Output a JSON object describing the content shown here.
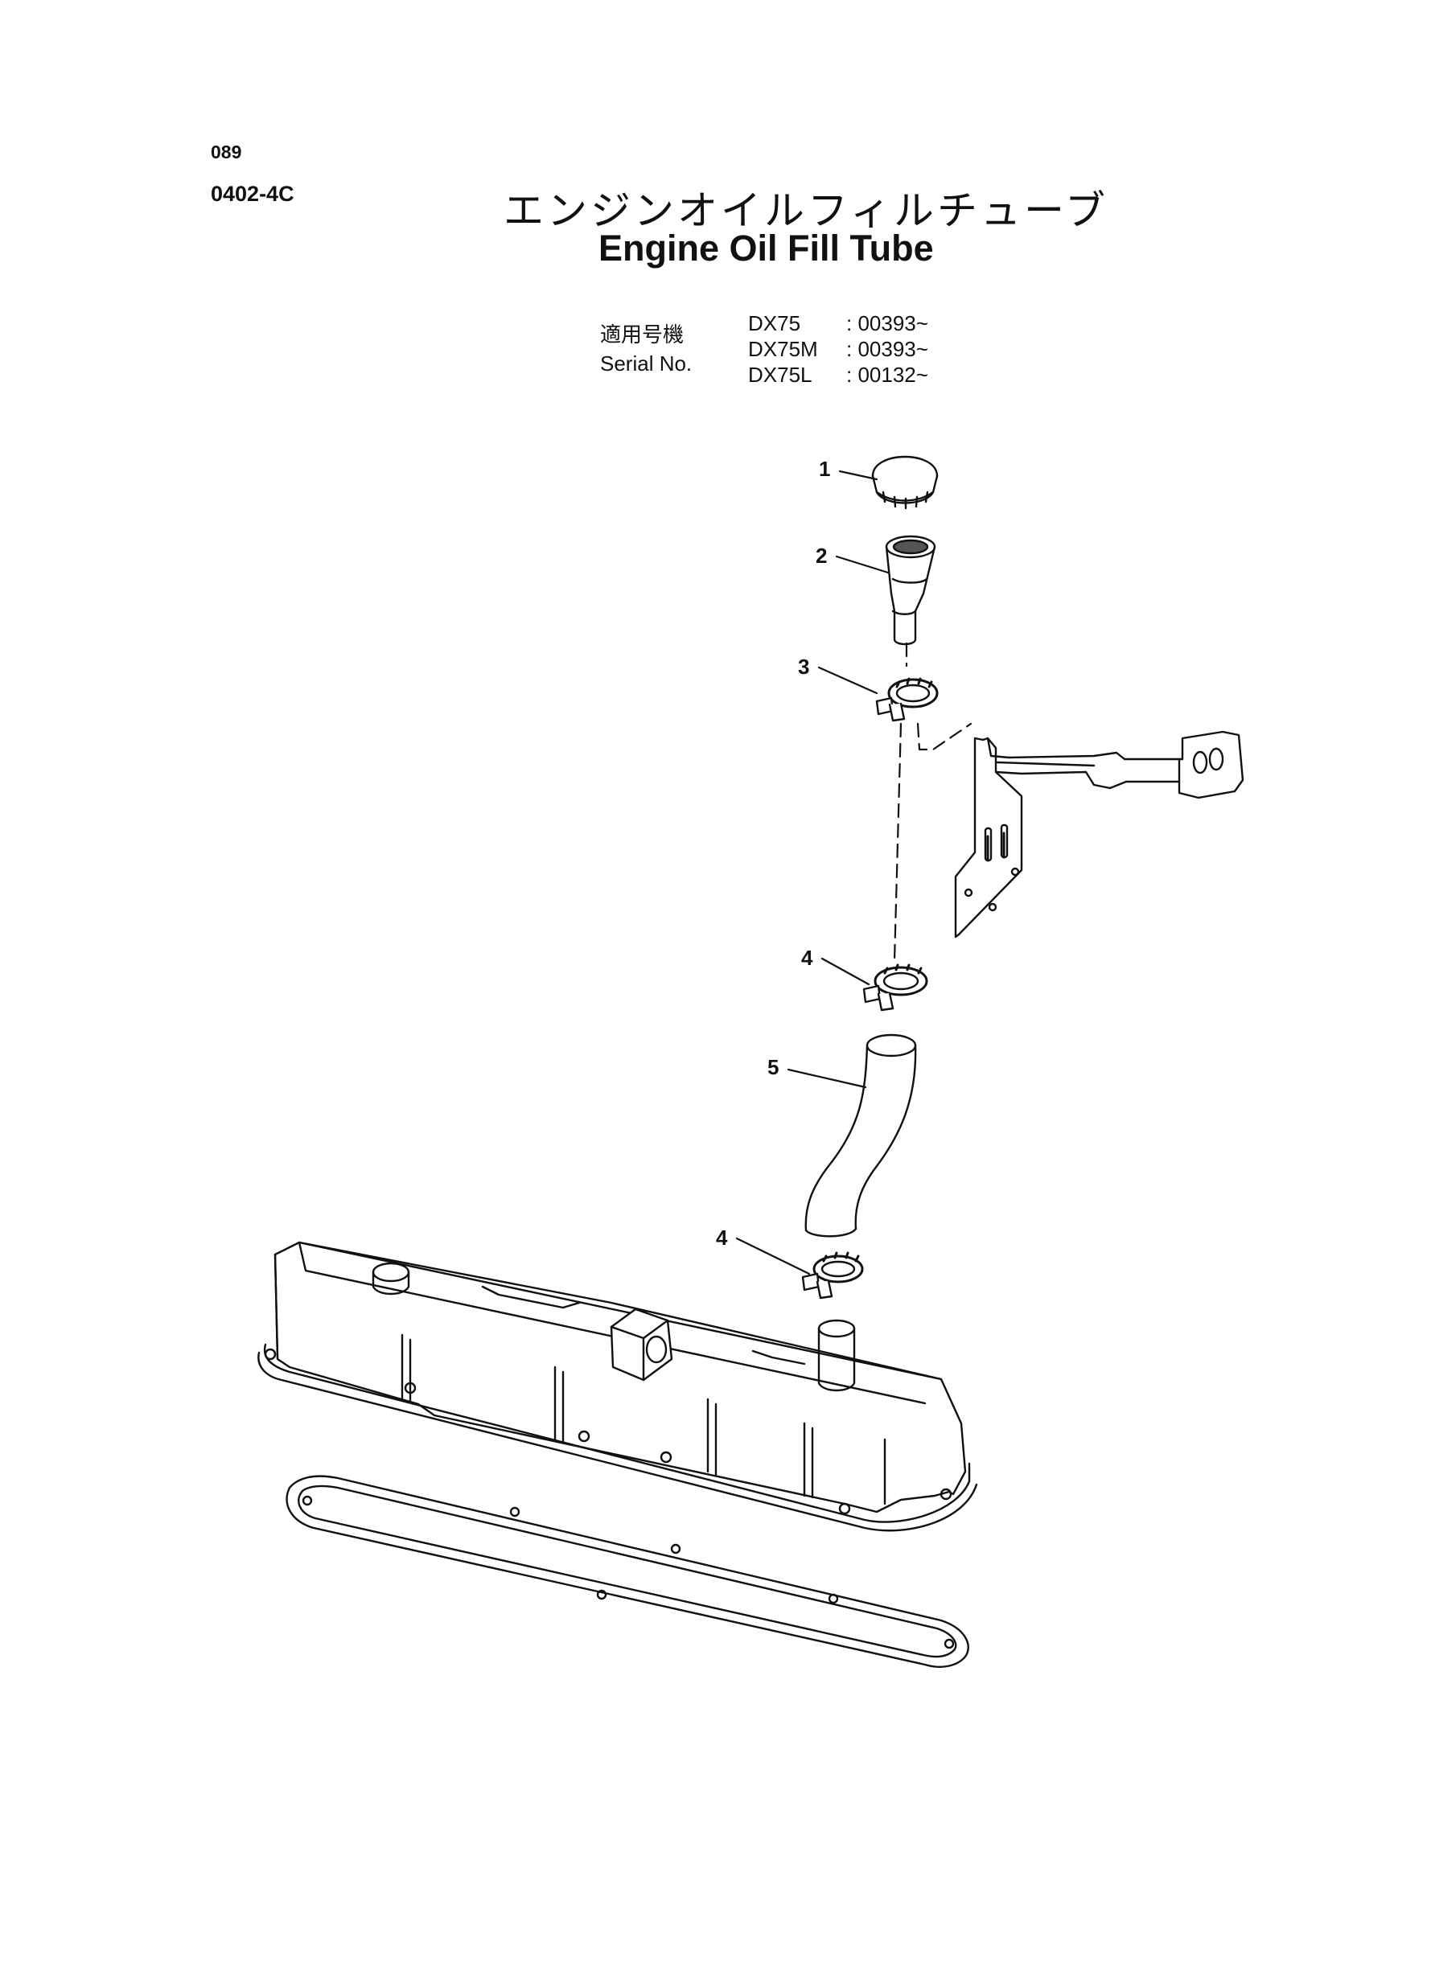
{
  "header": {
    "page_number": "089",
    "section_code": "0402-4C",
    "title_jp": "エンジンオイルフィルチューブ",
    "title_en": "Engine Oil Fill Tube"
  },
  "serial": {
    "label_jp": "適用号機",
    "label_en": "Serial No.",
    "rows": [
      {
        "model": "DX75",
        "serial": ": 00393~"
      },
      {
        "model": "DX75M",
        "serial": ": 00393~"
      },
      {
        "model": "DX75L",
        "serial": ": 00132~"
      }
    ]
  },
  "callouts": [
    {
      "label": "1",
      "part": "oil filler cap"
    },
    {
      "label": "2",
      "part": "oil fill tube"
    },
    {
      "label": "3",
      "part": "hose clamp"
    },
    {
      "label": "4",
      "part": "hose clamp"
    },
    {
      "label": "5",
      "part": "hose"
    },
    {
      "label": "4",
      "part": "hose clamp"
    }
  ]
}
